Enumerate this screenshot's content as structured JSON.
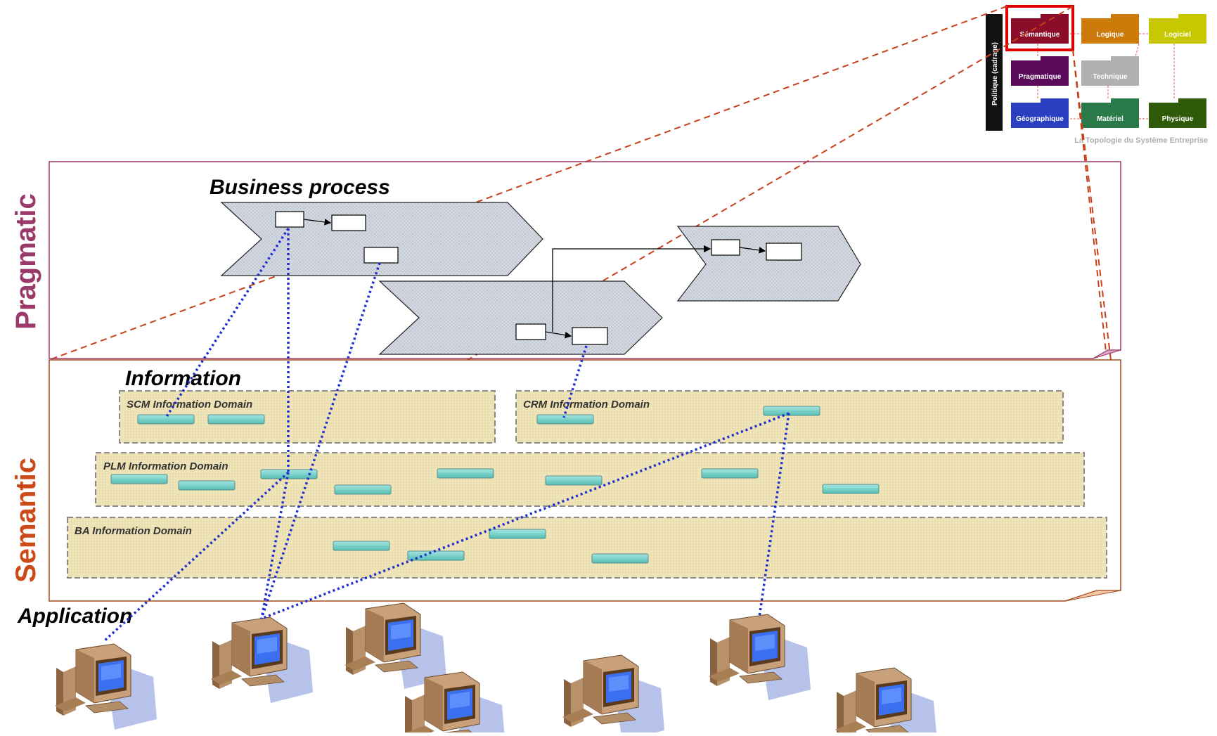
{
  "layers": {
    "pragmatic": "Pragmatic",
    "semantic": "Semantic"
  },
  "headings": {
    "business_process": "Business process",
    "information": "Information",
    "application": "Application"
  },
  "domains": {
    "scm": "SCM Information Domain",
    "crm": "CRM Information Domain",
    "plm": "PLM Information Domain",
    "ba": "BA Information Domain"
  },
  "topology": {
    "title": "La Topologie du Système Entreprise",
    "side_label": "Politique (cadrage)",
    "boxes": {
      "semantique": "Sémantique",
      "logique": "Logique",
      "logiciel": "Logiciel",
      "pragmatique": "Pragmatique",
      "technique": "Technique",
      "geographique": "Géographique",
      "materiel": "Matériel",
      "physique": "Physique"
    },
    "selected": "Sémantique",
    "colors": {
      "semantique": "#8b0d2a",
      "logique": "#cc7a0a",
      "logiciel": "#c8c800",
      "pragmatique": "#5a0a5a",
      "technique": "#b0b0b0",
      "geographique": "#2a3fbf",
      "materiel": "#2a7a4a",
      "physique": "#2e5a0a",
      "highlight": "#e00000"
    }
  },
  "colors": {
    "pragmatic": "#9b3a6a",
    "semantic": "#cc4a18",
    "link": "#1f2fd0",
    "zoom": "#c8401a",
    "domain_fill": "#efe3b8",
    "entity": "#6ccfc6"
  }
}
